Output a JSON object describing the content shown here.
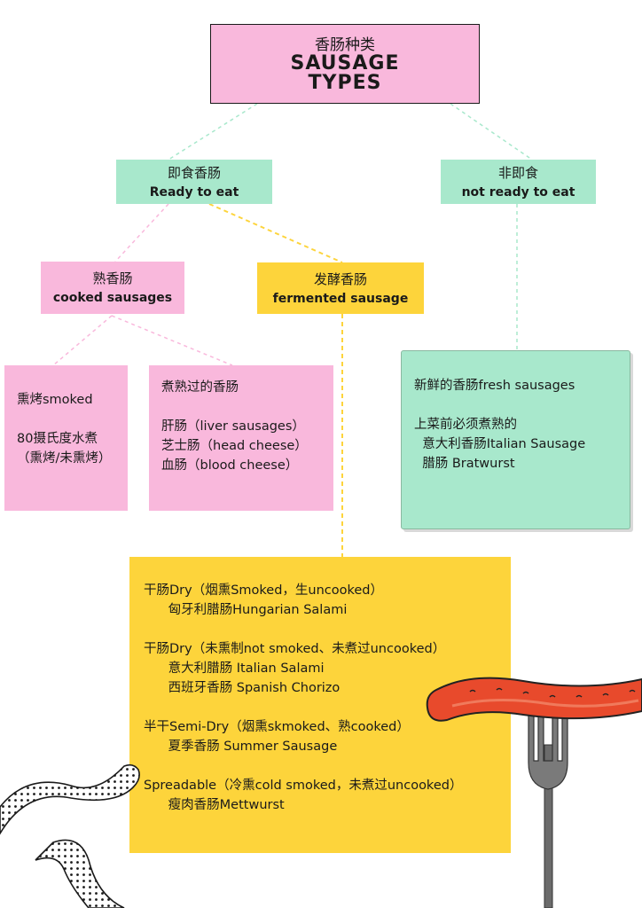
{
  "colors": {
    "pink": "#f9b8dc",
    "mint": "#a8e8cc",
    "yellow": "#fdd43b",
    "sausage": "#e84a2c",
    "fork": "#6b6b6b"
  },
  "title": {
    "zh": "香肠种类",
    "en_line1": "SAUSAGE",
    "en_line2": "TYPES"
  },
  "ready": {
    "zh": "即食香肠",
    "en": "Ready to eat"
  },
  "not_ready": {
    "zh": "非即食",
    "en": "not ready to eat"
  },
  "cooked": {
    "zh": "熟香肠",
    "en": "cooked sausages"
  },
  "fermented": {
    "zh": "发酵香肠",
    "en": "fermented sausage"
  },
  "smoked_card": {
    "lines": [
      "熏烤smoked",
      "",
      "80摄氏度水煮",
      "（熏烤/未熏烤）"
    ]
  },
  "boiled_card": {
    "lines": [
      "煮熟过的香肠",
      "",
      "肝肠（liver sausages）",
      "芝士肠（head cheese）",
      "血肠（blood cheese）"
    ]
  },
  "fresh_card": {
    "lines": [
      "新鲜的香肠fresh sausages",
      "",
      "上菜前必须煮熟的",
      "  意大利香肠Italian Sausage",
      "  腊肠 Bratwurst"
    ]
  },
  "ferment_card": {
    "lines": [
      "干肠Dry（烟熏Smoked，生uncooked）",
      "      匈牙利腊肠Hungarian Salami",
      "",
      "干肠Dry（未熏制not smoked、未煮过uncooked）",
      "      意大利腊肠 Italian Salami",
      "      西班牙香肠 Spanish Chorizo",
      "",
      "半干Semi-Dry（烟熏skmoked、熟cooked）",
      "      夏季香肠 Summer Sausage",
      "",
      "Spreadable（冷熏cold smoked，未煮过uncooked）",
      "      瘦肉香肠Mettwurst"
    ]
  }
}
